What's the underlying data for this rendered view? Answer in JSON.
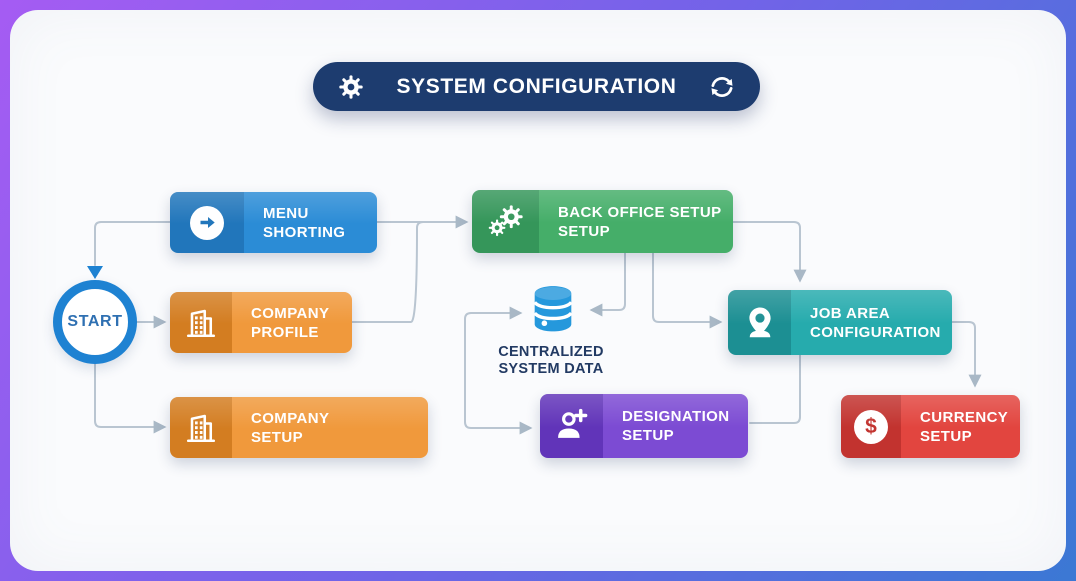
{
  "frame": {
    "gradient_start": "#a55cf3",
    "gradient_mid": "#7263e8",
    "gradient_end": "#3b78d4",
    "card_bg": "#fafbfd"
  },
  "header": {
    "title": "SYSTEM CONFIGURATION",
    "bg": "#1d3c6f",
    "left_icon": "gear-icon",
    "right_icon": "refresh-icon"
  },
  "start": {
    "label": "START",
    "ring_color": "#1e82d2",
    "text_color": "#2f70b2"
  },
  "nodes": {
    "menu": {
      "line1": "MENU",
      "line2": "SHORTING",
      "color": "#2b8cd6",
      "color_dark": "#2176bb",
      "icon": "arrow-right-circle-icon"
    },
    "company_profile": {
      "line1": "COMPANY",
      "line2": "PROFILE",
      "color": "#f0993c",
      "color_dark": "#d37d21",
      "icon": "building-icon"
    },
    "company_setup": {
      "line1": "COMPANY",
      "line2": "SETUP",
      "color": "#f0993c",
      "color_dark": "#d37d21",
      "icon": "building-icon"
    },
    "back_office": {
      "line1": "BACK OFFICE SETUP",
      "line2": "SETUP",
      "color": "#45ae69",
      "color_dark": "#35965a",
      "icon": "gears-icon"
    },
    "job_area": {
      "line1": "JOB AREA",
      "line2": "CONFIGURATION",
      "color": "#26abad",
      "color_dark": "#1c8f93",
      "icon": "location-pin-icon"
    },
    "designation": {
      "line1": "DESIGNATION",
      "line2": "SETUP",
      "color": "#7c4bd3",
      "color_dark": "#6134b9",
      "icon": "add-user-icon"
    },
    "currency": {
      "line1": "CURRENCY",
      "line2": "SETUP",
      "color": "#e2453f",
      "color_dark": "#c2332f",
      "icon": "dollar-icon"
    }
  },
  "database": {
    "line1": "CENTRALIZED",
    "line2": "SYSTEM DATA",
    "icon": "database-icon",
    "icon_color": "#2598dc",
    "text_color": "#223a63"
  },
  "connectors": {
    "line_color": "#b9c5d1",
    "arrow_color": "#a9b8c6",
    "start_arrow_color": "#1e82d2",
    "edges": [
      {
        "from": "menu-shorting",
        "to": "start"
      },
      {
        "from": "start",
        "to": "company-profile"
      },
      {
        "from": "start",
        "to": "company-setup"
      },
      {
        "from": "menu-shorting",
        "to": "back-office-setup"
      },
      {
        "from": "company-profile",
        "to": "back-office-setup"
      },
      {
        "from": "company-profile-branch",
        "to": "centralized-system-data"
      },
      {
        "from": "company-profile-branch",
        "to": "designation-setup"
      },
      {
        "from": "back-office-setup",
        "to": "centralized-system-data"
      },
      {
        "from": "back-office-setup",
        "to": "job-area-configuration-left"
      },
      {
        "from": "back-office-setup",
        "to": "job-area-configuration-top"
      },
      {
        "from": "job-area-configuration",
        "to": "designation-setup"
      },
      {
        "from": "job-area-configuration",
        "to": "currency-setup"
      }
    ]
  }
}
